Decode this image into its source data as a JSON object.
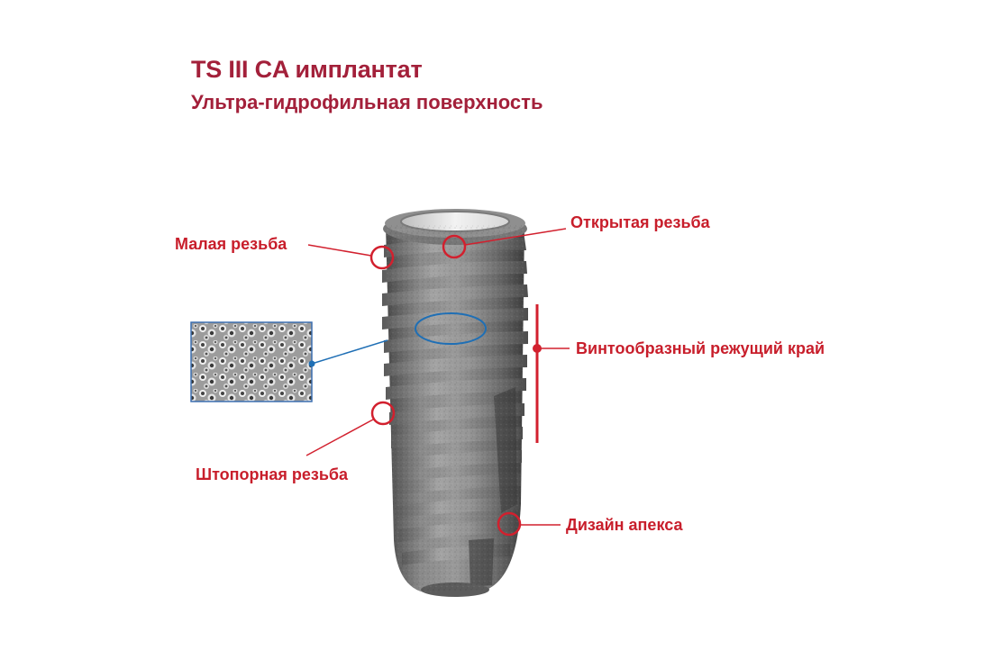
{
  "header": {
    "title": "TS III CA имплантат",
    "subtitle": "Ультра-гидрофильная поверхность"
  },
  "callouts": {
    "minor_thread": "Малая резьба",
    "open_thread": "Открытая резьба",
    "helical_cutting_edge": "Винтообразный режущий край",
    "corkscrew_thread": "Штопорная резьба",
    "apex_design": "Дизайн апекса"
  },
  "colors": {
    "title": "#a3203a",
    "callout_text": "#c81e2b",
    "callout_marker": "#d2202e",
    "surface_marker": "#1f6fb5",
    "implant_body": "#6f6f6f"
  },
  "icons": {
    "implant": "dental-implant-illustration",
    "surface_detail": "surface-microstructure-inset"
  }
}
